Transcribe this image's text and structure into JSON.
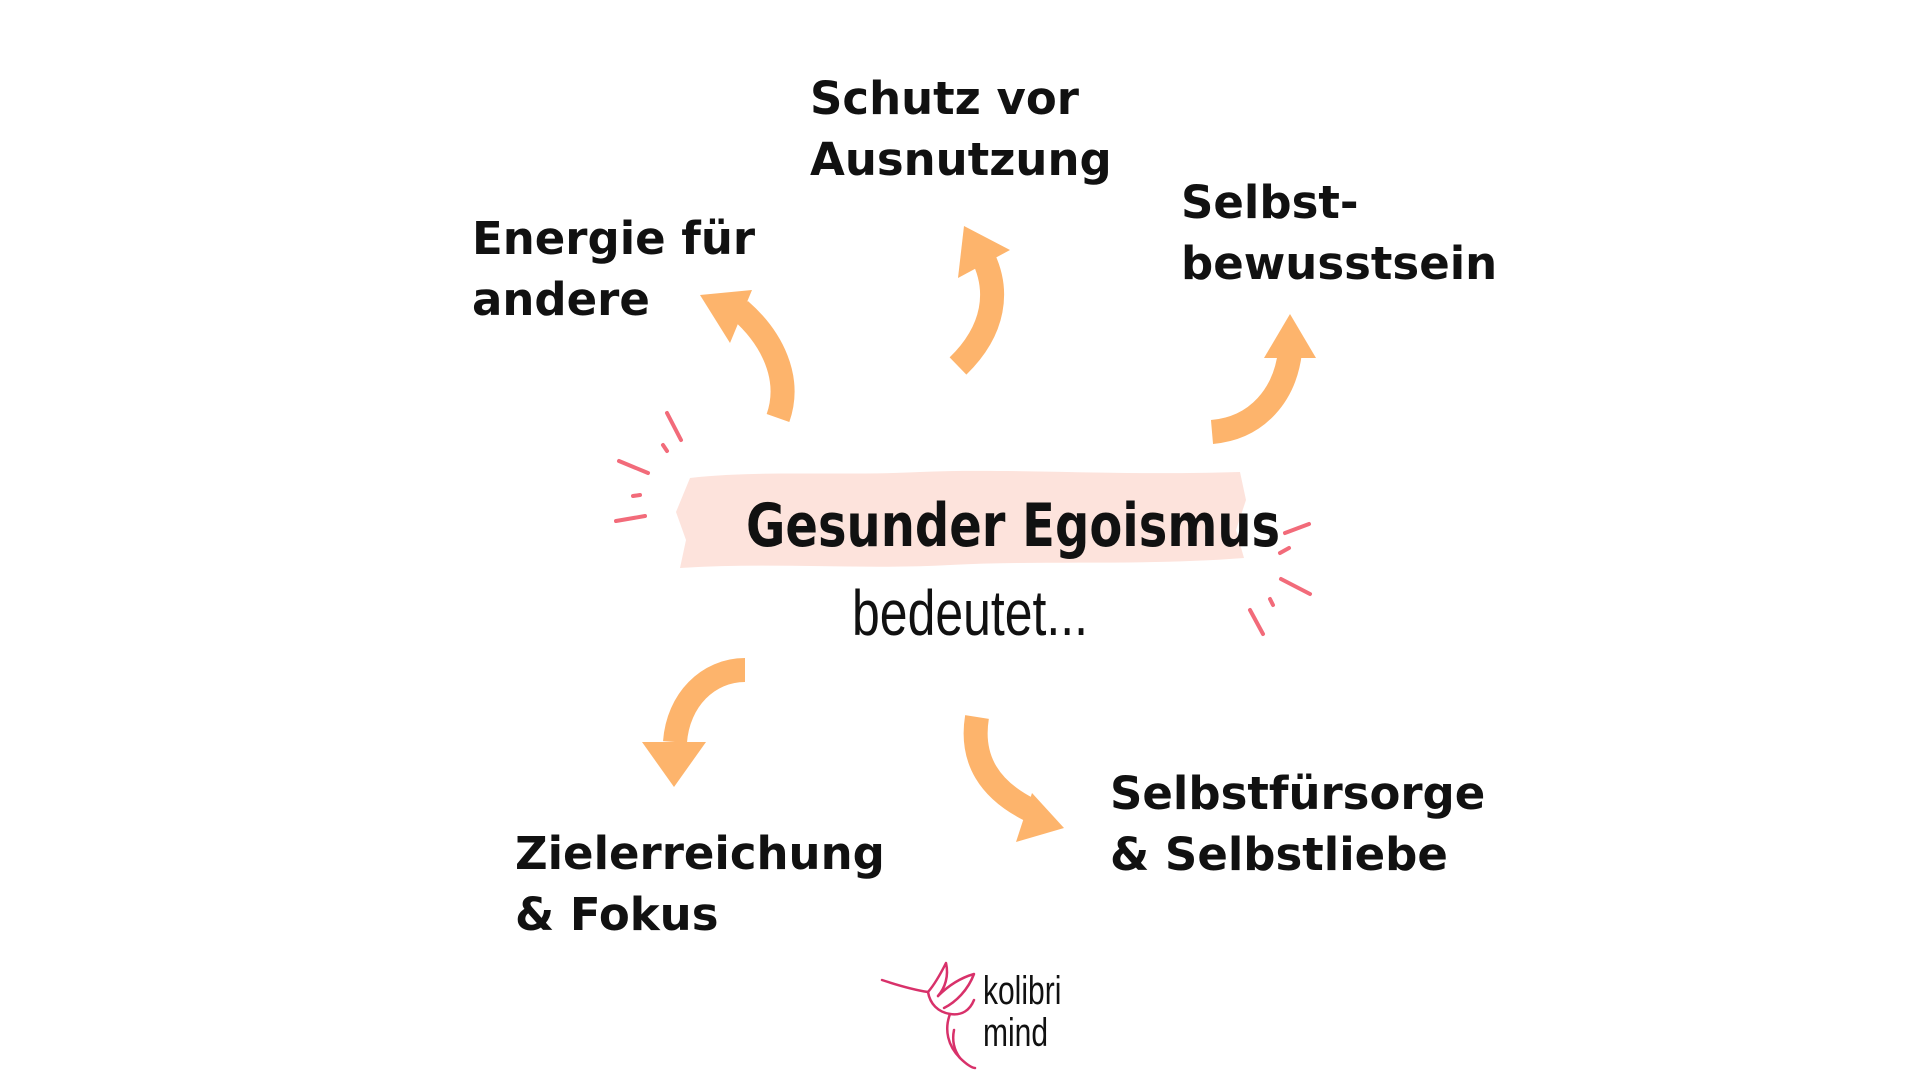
{
  "center": {
    "title": "Gesunder Egoismus",
    "subtitle": "bedeutet..."
  },
  "nodes": [
    {
      "id": "energie",
      "lines": [
        "Energie für",
        "andere"
      ]
    },
    {
      "id": "schutz",
      "lines": [
        "Schutz vor",
        "Ausnutzung"
      ]
    },
    {
      "id": "selbstbewusstsein",
      "lines": [
        "Selbst-",
        "bewusstsein"
      ]
    },
    {
      "id": "zielerreichung",
      "lines": [
        "Zielerreichung",
        "& Fokus"
      ]
    },
    {
      "id": "selbstfuersorge",
      "lines": [
        "Selbstfürsorge",
        "& Selbstliebe"
      ]
    }
  ],
  "logo": {
    "line1": "kolibri",
    "line2": "mind"
  },
  "colors": {
    "arrow": "#fdb46c",
    "highlight": "#fde3dc",
    "spark": "#f26b7a",
    "logo_bird": "#d8316a",
    "text": "#111111"
  }
}
